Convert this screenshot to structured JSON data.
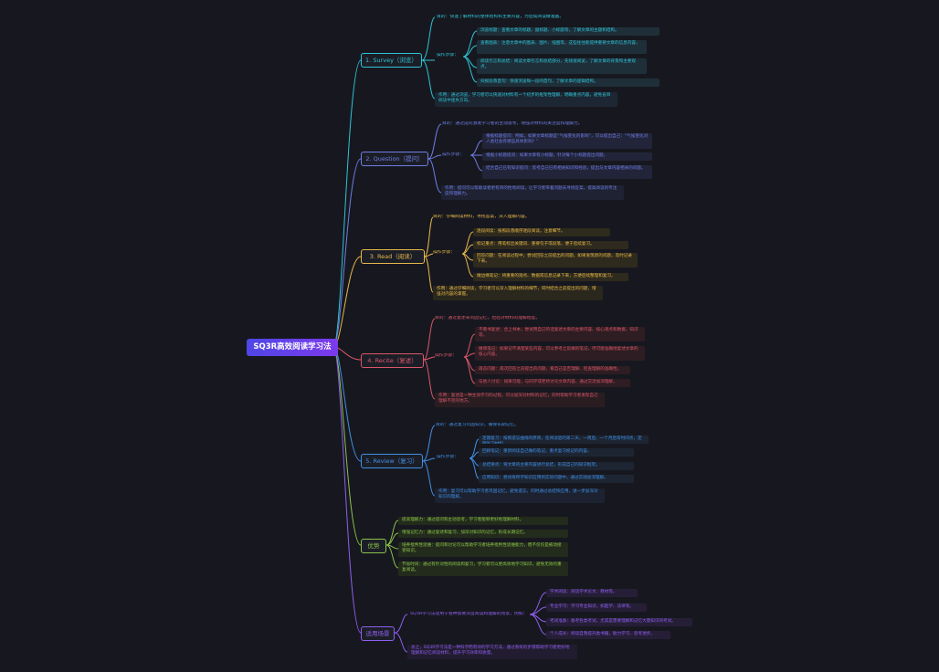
{
  "root": "SQ3R高效阅读学习法",
  "b1": {
    "title": "1. Survey（浏览）",
    "purpose": "目的：快速了解材料的整体结构和主要内容，为后续阅读做准备。",
    "steps_label": "操作步骤：",
    "s1": "浏览标题：查看文章的标题、副标题、小标题等，了解文章的主题和结构。",
    "s2": "查看图表：注意文章中的图表、图片、插图等，这些往往能提供重要文章的信息内容。",
    "s3": "阅读引言和总结：阅读文章引言和总结部分，先快速阅览，了解文章的背景和主要观点。",
    "s4": "扫视段落首句：快速浏览每一段的首句，了解文章的逻辑结构。",
    "effect": "作用：通过浏览，学习者可以快速对材料有一个初步的框架性理解，明确重点内容，避免盲目阅读中迷失方向。"
  },
  "b2": {
    "title": "2. Question（提问）",
    "purpose": "目的：通过提问激发学习者的主动思考，增强对材料的关注度和理解力。",
    "steps_label": "操作步骤：",
    "s1": "根据标题提问：例如，如果文章标题是“气候变化的影响”，可以提出自己：“气候变化对人类社会有哪些具体影响？”",
    "s2": "根据小标题提问：如果文章有小标题，针对每个小标题提出问题。",
    "s3": "结合自己已有知识提问：思考自己已有相关知识和经验，提出与文章内容相关的问题。",
    "effect": "作用：提问可以帮助读者更有目的性地阅读，让学习者带着问题去寻找答案，提高阅读的专注度和理解力。"
  },
  "b3": {
    "title": "3. Read（阅读）",
    "purpose": "目的：仔细阅读材料，寻找答案，深入理解内容。",
    "steps_label": "操作步骤：",
    "s1": "逐段阅读：按照段落顺序逐段阅读，注意细节。",
    "s2": "标记重点：用笔标出关键词、重要句子或段落，便于后续复习。",
    "s3": "回答问题：在阅读过程中，尝试回答之前提出的问题，如果发现新的问题，及时记录下来。",
    "s4": "做边缘笔记：将重要的观点、数据或信息记录下来，方便后续整理和复习。",
    "effect": "作用：通过仔细阅读，学习者可以深入理解材料的细节，同时结合之前提出的问题，增强对内容的掌握。"
  },
  "b4": {
    "title": "4. Recite（复述）",
    "purpose": "目的：通过复述来巩固记忆，检验对材料的理解程度。",
    "steps_label": "操作步骤：",
    "s1": "不看书复述：合上书本，尝试用自己的话复述文章的主要内容、核心观点和数据、知识等。",
    "s2": "做简笔记：如果记不清楚某些内容，可以参考之前做的笔记，尽可能准确地复述文章的核心内容。",
    "s3": "再答问题：再次回答之前提出的问题，看自己是否理解、检查理解的准确性。",
    "s4": "与他人讨论：如果可能，与同学或老师讨论文章内容，通过交流加深理解。",
    "effect": "作用：复述是一种主动学习的过程，可以加深对材料的记忆，同时帮助学习者发现自己理解不足的地方。"
  },
  "b5": {
    "title": "5. Review（复习）",
    "purpose": "目的：通过复习巩固知识，确保长期记忆。",
    "steps_label": "操作步骤：",
    "s1": "定期复习：按照遗忘曲线的原则，在阅读后的第二天、一周后、一个月后等时间点，定期复习材料。",
    "s2": "回顾笔记：重新阅读自己做的笔记，重点复习标记的内容。",
    "s3": "总结要点：将文章的主要内容进行总结，形成自己的知识框架。",
    "s4": "应用知识：尝试将所学知识应用到实际问题中，通过实践加深理解。",
    "effect": "作用：复习可以帮助学习者巩固记忆，避免遗忘，同时通过总结和应用，进一步加深对知识的理解。"
  },
  "b6": {
    "title": "优势",
    "a1": "提高理解力：通过提问和主动思考，学习者能够更好地理解材料。",
    "a2": "增强记忆力：通过复述和复习，加深对知识的记忆，形成长期记忆。",
    "a3": "培养批判性思维：提问和讨论可以帮助学习者培养批判性思维能力，而不仅仅是被动接受知识。",
    "a4": "节省时间：通过有针对性的阅读和复习，学习者可以更高效地学习知识，避免无效的重复阅读。"
  },
  "b7": {
    "title": "适用场景",
    "intro": "SQ3R学习法适用于各种需要深度阅读和理解的场景，例如：",
    "s1": "学术阅读：阅读学术论文、教材等。",
    "s2": "专业学习：学习专业知识，如医学、法律等。",
    "s3": "考试准备：备考各类考试，尤其是需要理解和记忆大量知识的考试。",
    "s4": "个人成长：阅读自我提升类书籍，助力学习、思考进步。",
    "summary": "总之，SQ3R学习法是一种科学而有效的学习方法，通过系统的步骤帮助学习者更好地理解和记忆阅读材料，提升学习效率和质量。"
  },
  "colors": {
    "cyan": "#2ec4d6",
    "indigo": "#6f7ee6",
    "gold": "#e6b84a",
    "red": "#d9576a",
    "blue": "#3f8fe6",
    "lime": "#8bc34a",
    "purple": "#8e5ff0"
  }
}
